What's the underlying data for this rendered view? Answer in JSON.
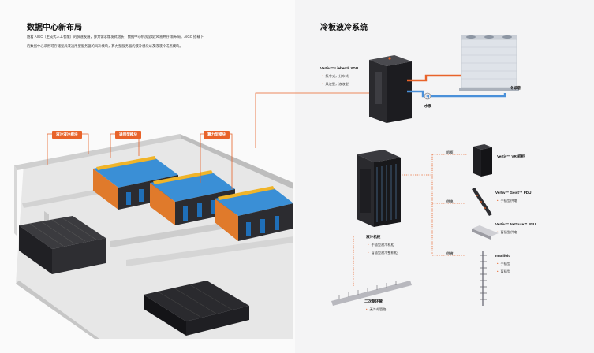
{
  "left": {
    "title": "数据中心新布局",
    "intro1": "随着 AIGC（生成式人工智能）的快速发展，算力需求爆发式增长，数据中心机房呈现“风液并存”新布局。AIGC 搭载下",
    "intro2": "的数据中心采用可存储型风液通用型服务器的风冷模块，算力型服务器的液冷模块以及液液冷成点模块。",
    "tags": [
      "液冷液冷模块",
      "通用型模块",
      "算力型模块"
    ]
  },
  "right": {
    "title": "冷板液冷系统",
    "xdu": {
      "name": "Vertiv™ Liebert® XDU",
      "items": [
        "集中式，分布式",
        "风液型，液液型"
      ]
    },
    "cooling_tower": "冷却塔",
    "pump": "水泵",
    "rack": {
      "name": "液冷机柜",
      "items": [
        "手插型液冷机柜",
        "盲插型液冷整机柜"
      ]
    },
    "cdu": {
      "name": "二次侧环管",
      "items": [
        "无冷却管路"
      ]
    },
    "branch_labels": {
      "cabinet": "机柜",
      "power": "供电",
      "cooling": "供液"
    },
    "vr": {
      "name": "Vertiv™ VR 机柜"
    },
    "pdu": {
      "name": "Vertiv™ Geist™ PDU",
      "items": [
        "手插型供电"
      ]
    },
    "psu": {
      "name": "Vertiv™ NetSure™ PSU",
      "items": [
        "盲插型供电"
      ]
    },
    "manifold": {
      "name": "manifold",
      "items": [
        "手插型",
        "盲插型"
      ]
    }
  },
  "colors": {
    "accent": "#e8632a",
    "pipe_warm": "#e8632a",
    "pipe_cool": "#4a90d9"
  }
}
